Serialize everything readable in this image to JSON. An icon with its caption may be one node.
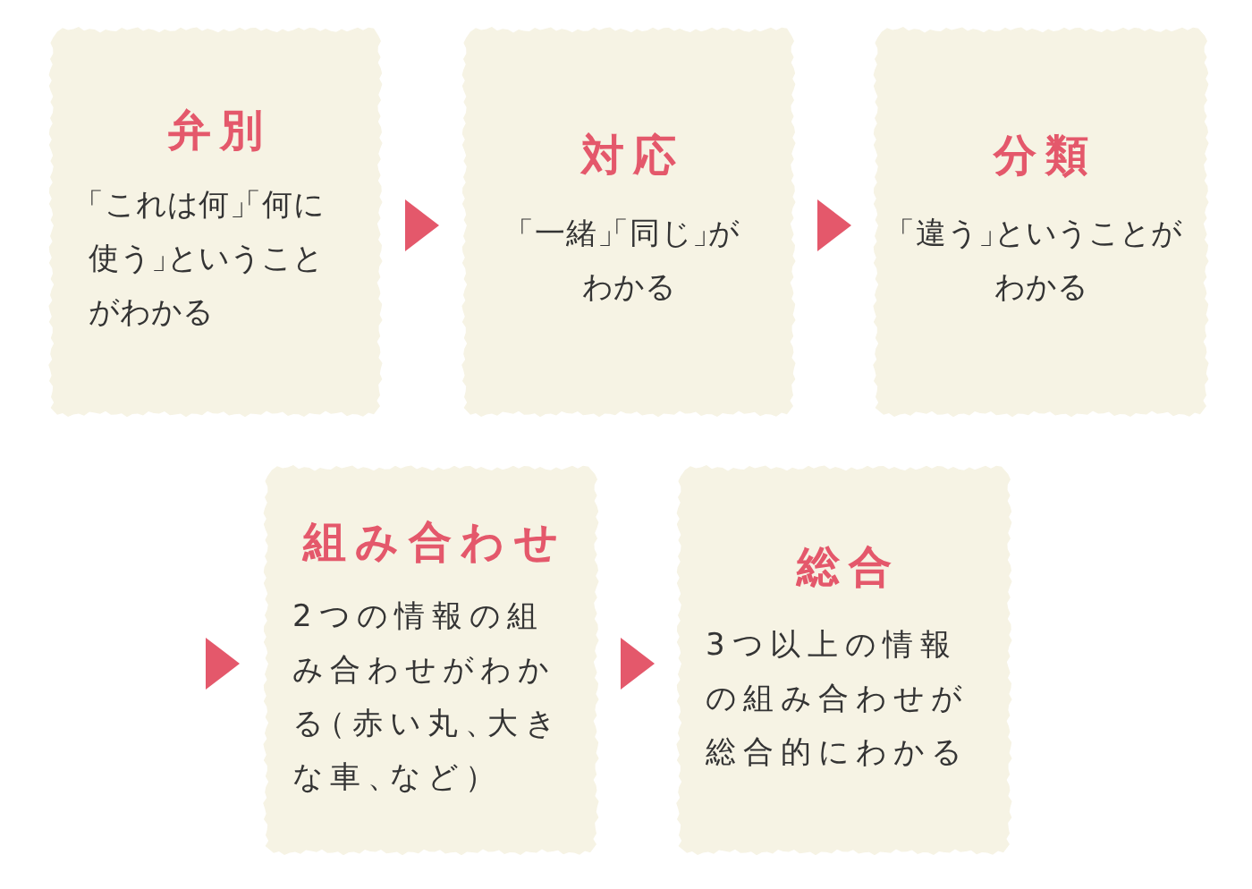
{
  "diagram": {
    "nodes": [
      {
        "text": [
          "弁別",
          "「これは何」「何に使う」ということがわかる"
        ]
      },
      {
        "text": [
          "対応",
          "「一緒」「同じ」がわかる"
        ]
      },
      {
        "text": [
          "分類",
          "「違う」ということがわかる"
        ]
      },
      {
        "text": [
          "組み合わせ",
          "2つの情報の組み合わせがわかる（赤い丸、大きな車、など）"
        ]
      },
      {
        "text": [
          "総合",
          "3つ以上の情報の組み合わせが総合的にわかる"
        ]
      }
    ],
    "edges": [
      {
        "from": 0,
        "to": 1,
        "arrow": "to"
      },
      {
        "from": 1,
        "to": 2,
        "arrow": "to"
      },
      {
        "from": null,
        "to": 3,
        "arrow": "to"
      },
      {
        "from": 3,
        "to": 4,
        "arrow": "to"
      }
    ]
  }
}
